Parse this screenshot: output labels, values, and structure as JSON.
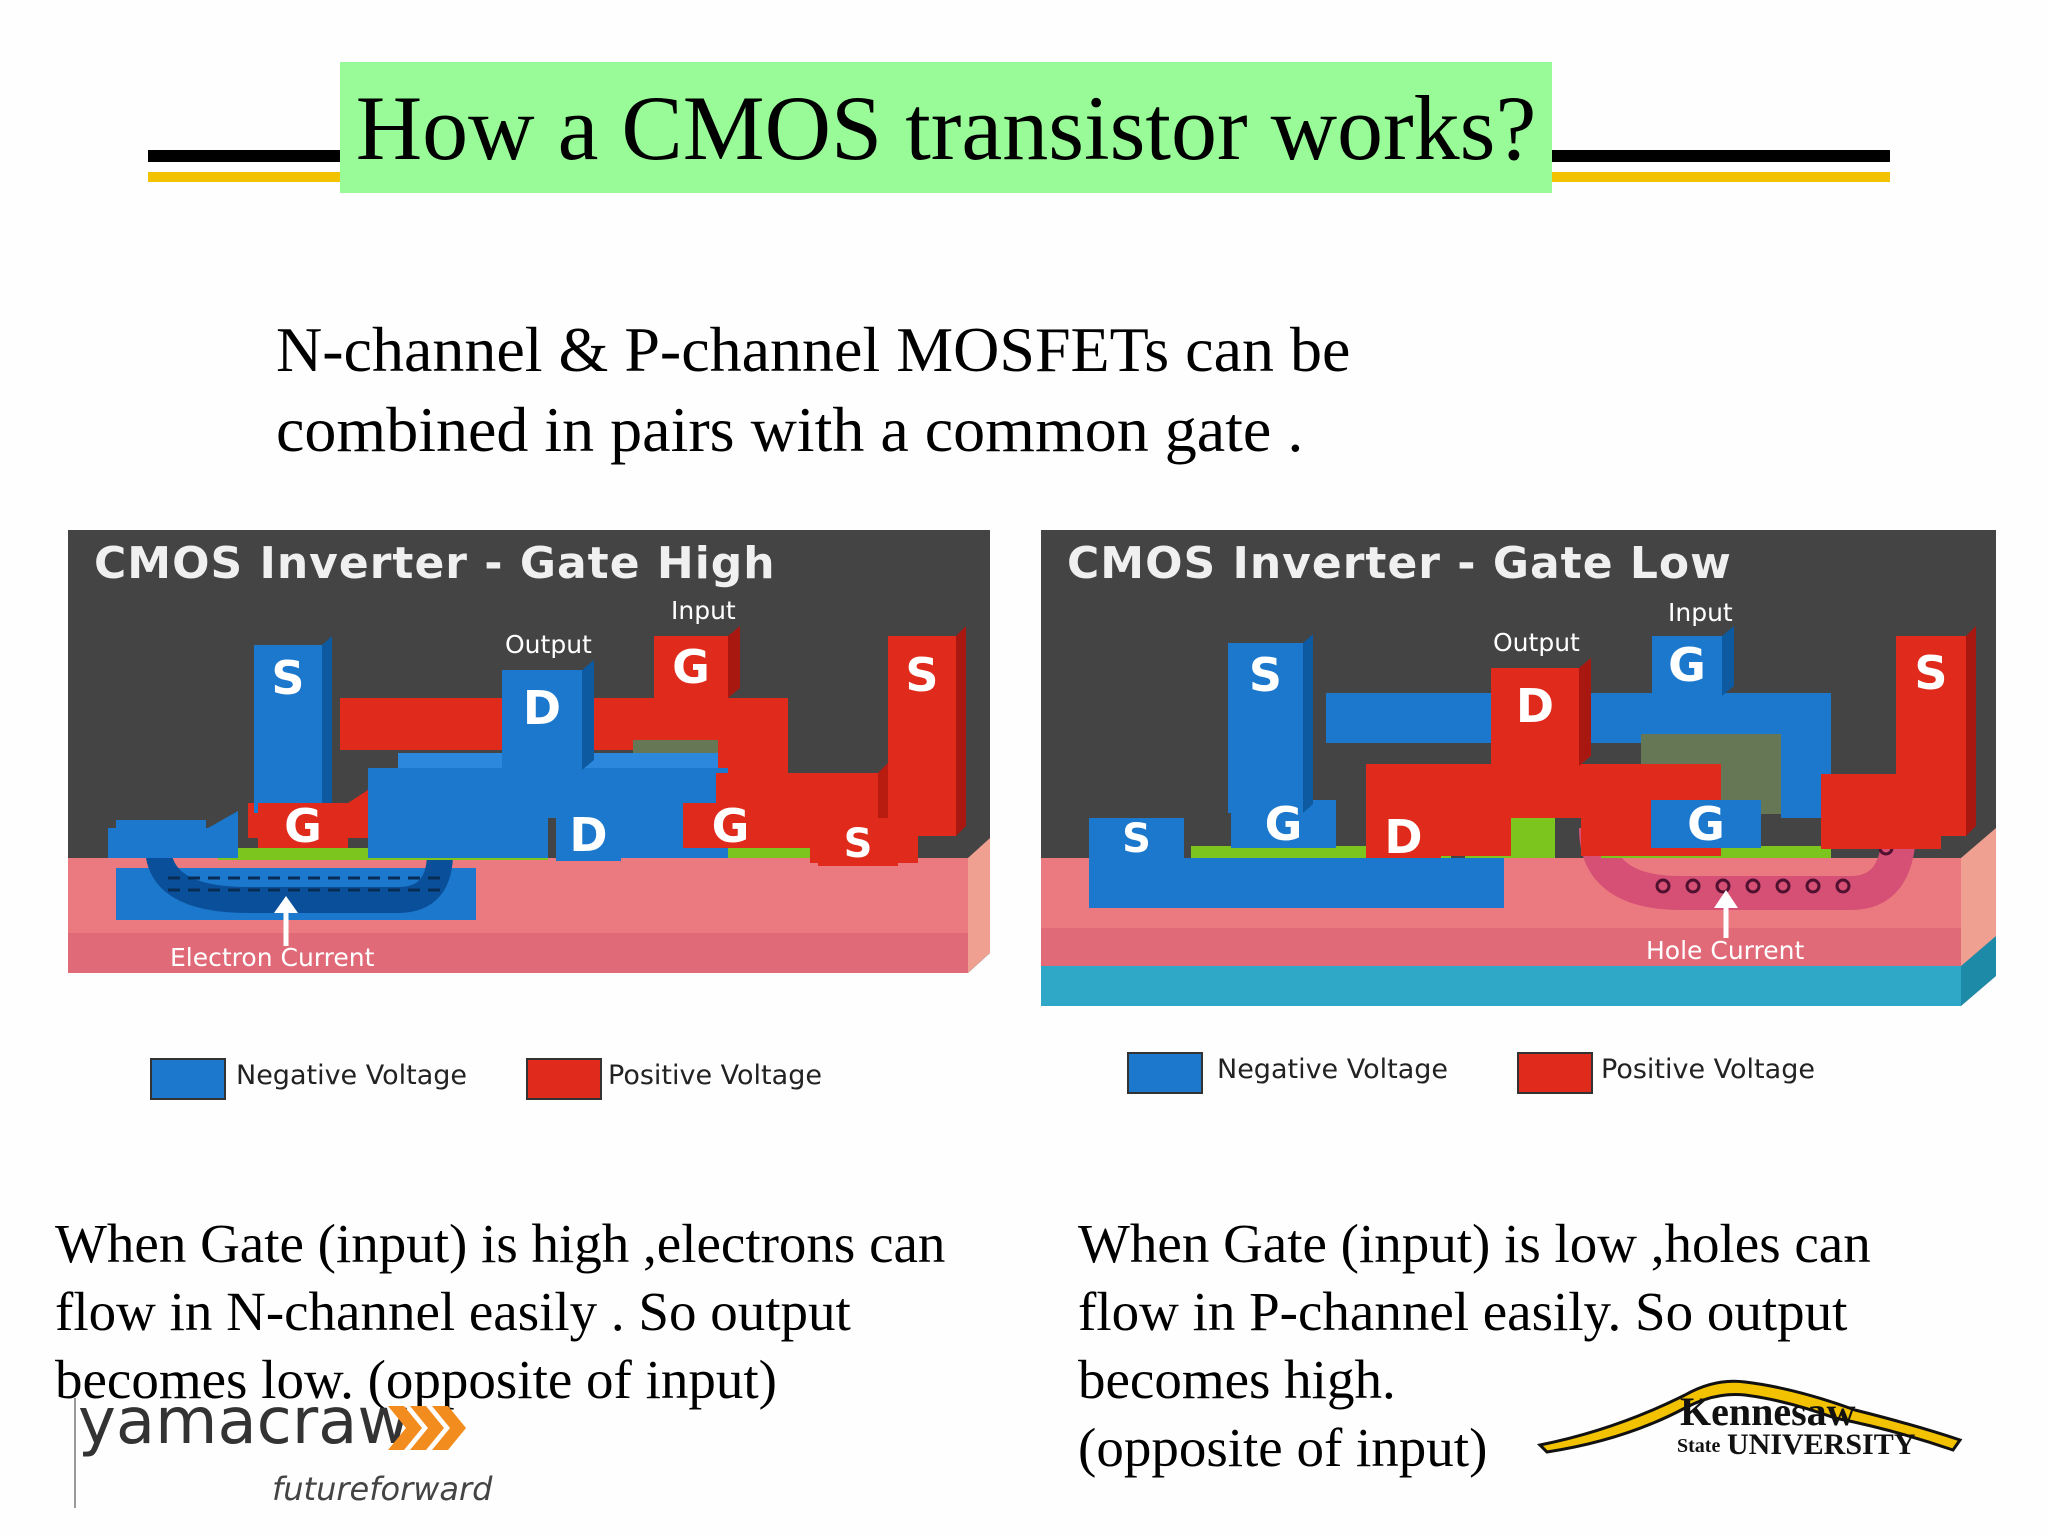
{
  "slide": {
    "title": "How a CMOS transistor works?",
    "intro_line1": "N-channel & P-channel  MOSFETs can be",
    "intro_line2": "combined in pairs with a common gate ."
  },
  "colors": {
    "title_bg": "#98fb98",
    "rule_black": "#000000",
    "rule_gold": "#f2c200",
    "negative_voltage": "#1b78cc",
    "positive_voltage": "#e02a1c",
    "substrate_pink": "#ea7a80",
    "base_cyan": "#2fa8c7",
    "channel_green": "#7cc41e",
    "panel_bg": "#444444"
  },
  "diagram_left": {
    "title": "CMOS Inverter - Gate High",
    "input_label": "Input",
    "output_label": "Output",
    "current_label": "Electron Current",
    "blocks": [
      "S",
      "D",
      "G",
      "S",
      "G",
      "D",
      "G",
      "S"
    ],
    "legend_negative": "Negative Voltage",
    "legend_positive": "Positive Voltage"
  },
  "diagram_right": {
    "title": "CMOS Inverter - Gate Low",
    "input_label": "Input",
    "output_label": "Output",
    "current_label": "Hole Current",
    "blocks": [
      "S",
      "D",
      "G",
      "S",
      "S",
      "G",
      "D",
      "G"
    ],
    "legend_negative": "Negative Voltage",
    "legend_positive": "Positive Voltage"
  },
  "caption_left": {
    "line1": "When  Gate (input) is high ,electrons can",
    "line2": "flow in N-channel easily . So output",
    "line3": "becomes low. (opposite of input)"
  },
  "caption_right": {
    "line1": "When Gate (input) is low ,holes can",
    "line2": "flow in P-channel easily. So output",
    "line3": "becomes high.",
    "line4": "(opposite of input)"
  },
  "logos": {
    "yamacraw_name": "yamacraw",
    "yamacraw_tagline": "futureforward",
    "ksu_name": "Kennesaw",
    "ksu_state": "State",
    "ksu_university": "UNIVERSITY"
  }
}
